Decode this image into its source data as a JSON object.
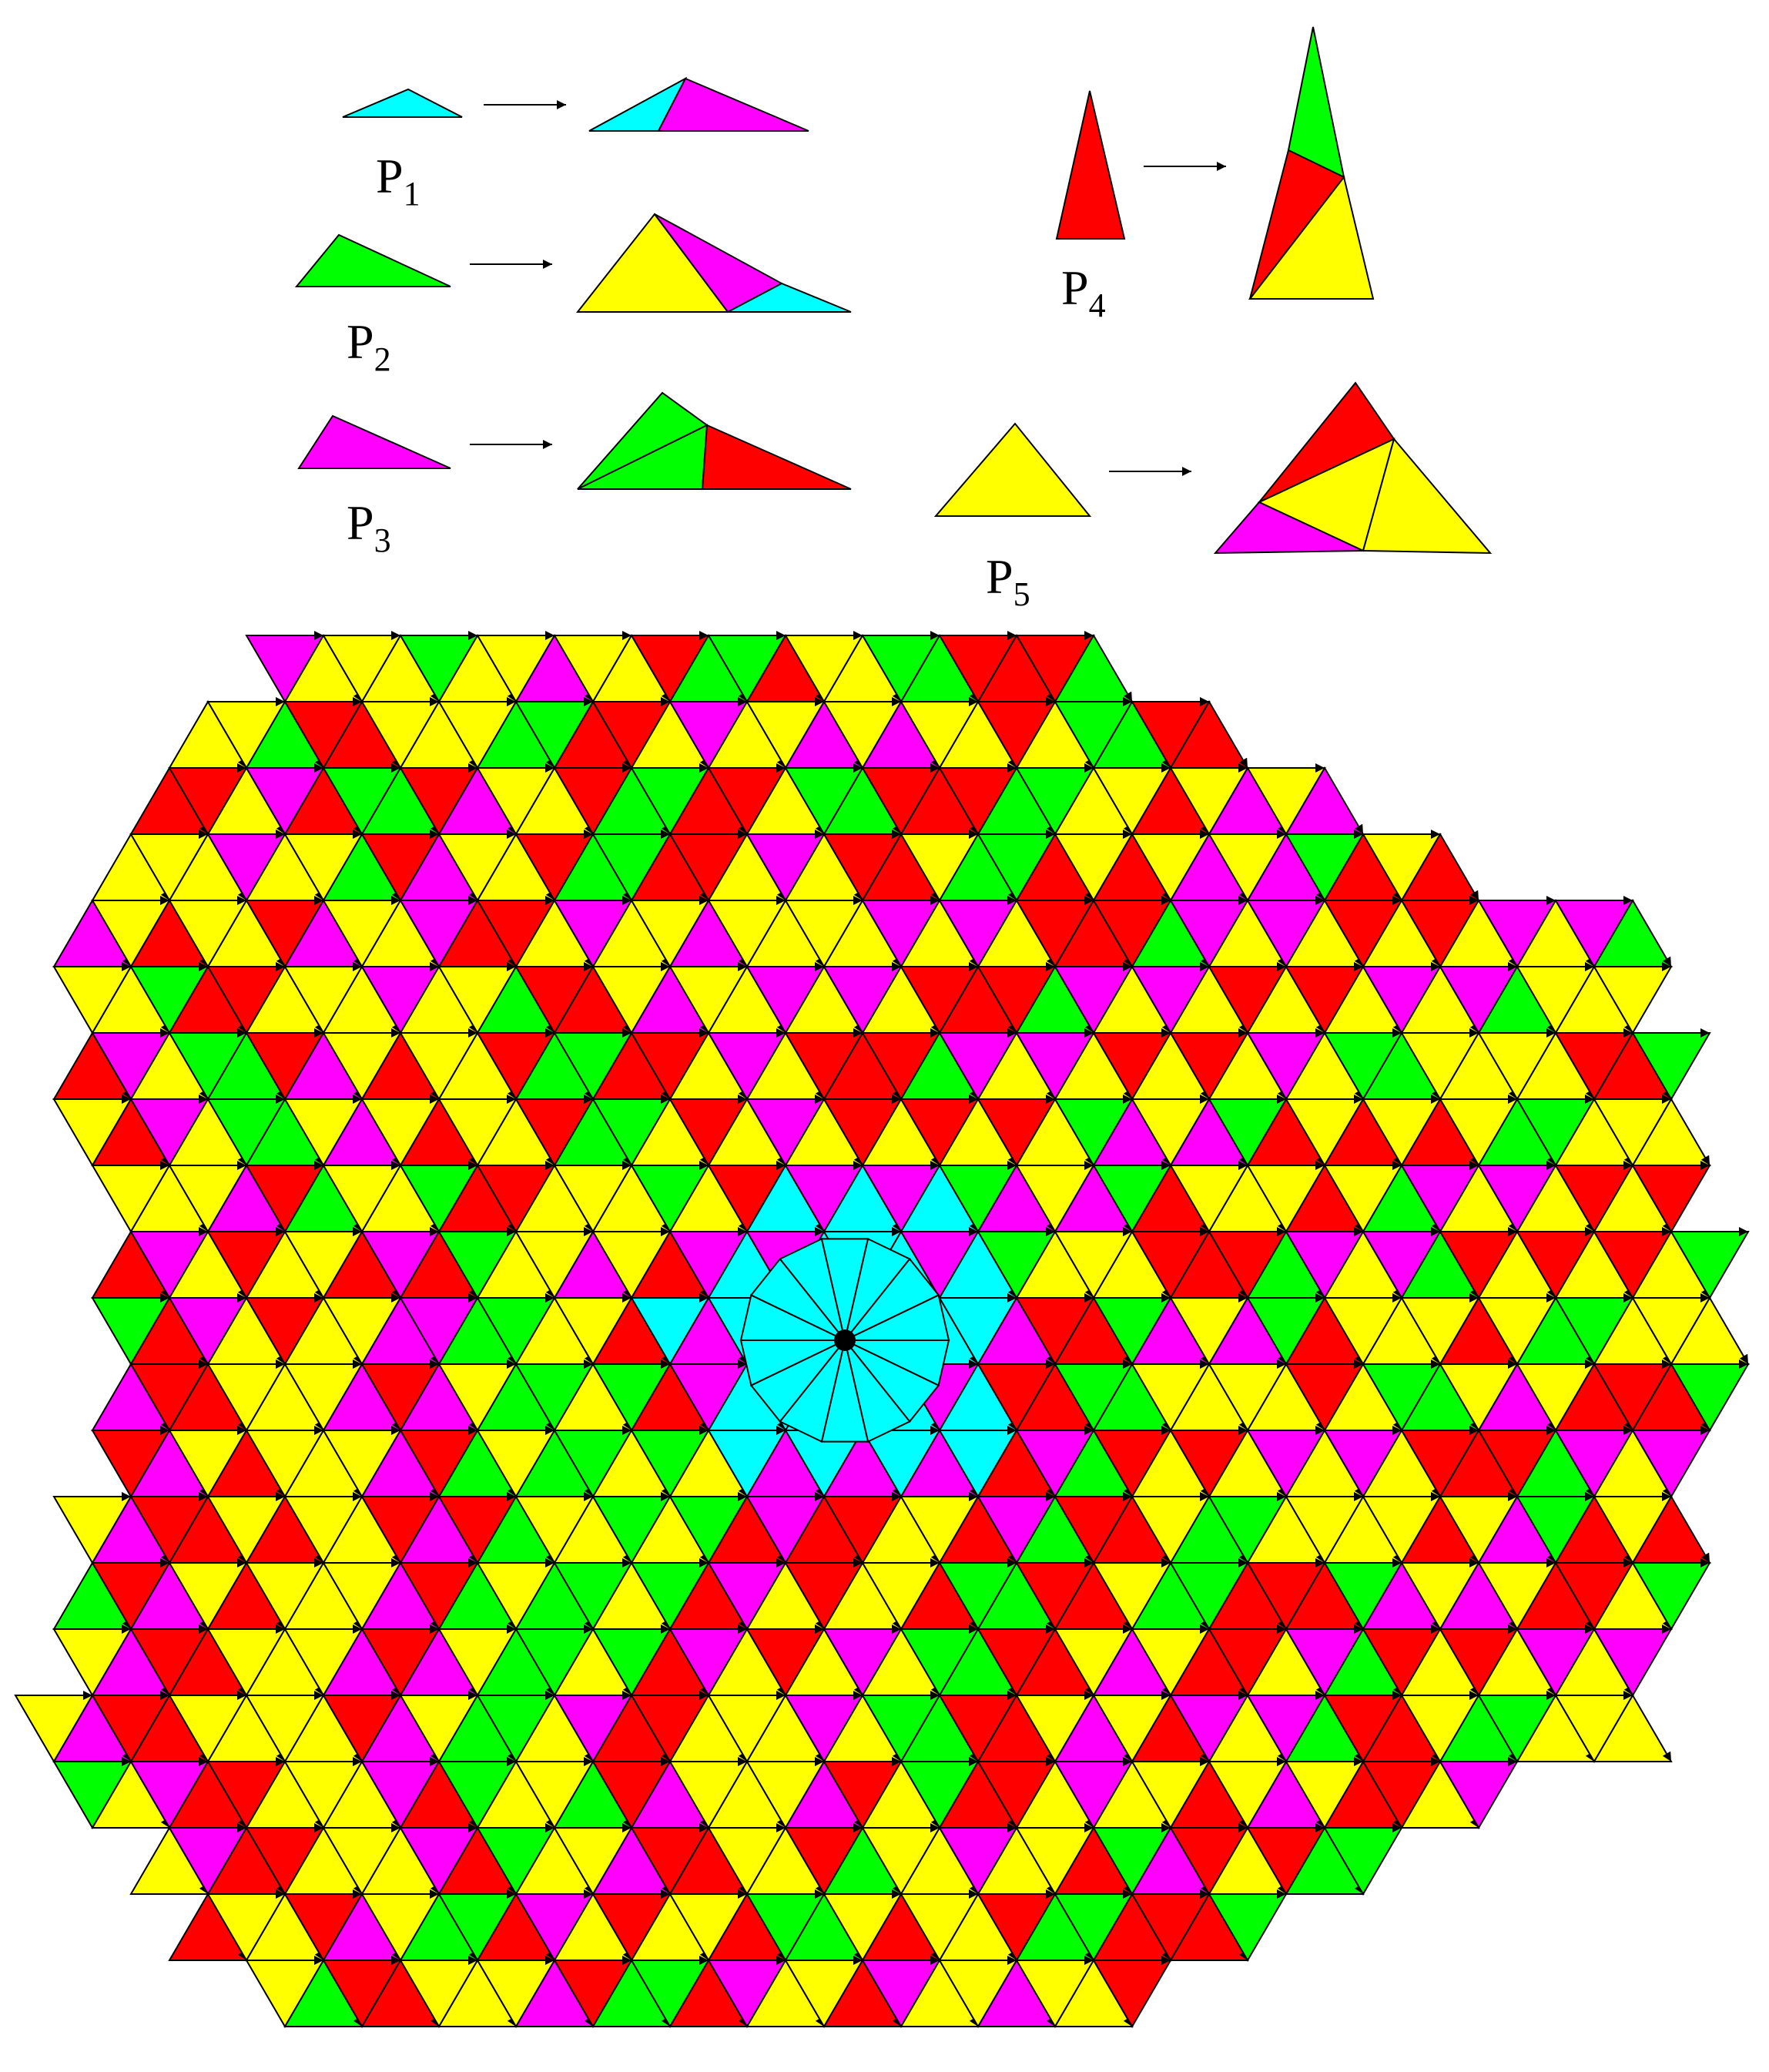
{
  "colors": {
    "P1": "#00ffff",
    "P2": "#00ff00",
    "P3": "#ff00ff",
    "P4": "#ff0000",
    "P5": "#ffff00",
    "edge": "#000000"
  },
  "rules": [
    {
      "id": "P1",
      "label_main": "P",
      "label_sub": "1",
      "children": [
        "P1",
        "P3"
      ]
    },
    {
      "id": "P2",
      "label_main": "P",
      "label_sub": "2",
      "children": [
        "P5",
        "P3",
        "P1"
      ]
    },
    {
      "id": "P3",
      "label_main": "P",
      "label_sub": "3",
      "children": [
        "P2",
        "P2",
        "P4"
      ]
    },
    {
      "id": "P4",
      "label_main": "P",
      "label_sub": "4",
      "children": [
        "P2",
        "P4",
        "P5"
      ]
    },
    {
      "id": "P5",
      "label_main": "P",
      "label_sub": "5",
      "children": [
        "P4",
        "P5",
        "P3",
        "P5"
      ]
    }
  ],
  "tiling": {
    "description_hidden": false,
    "center_color": "P1",
    "rotational_symmetry": 7
  }
}
